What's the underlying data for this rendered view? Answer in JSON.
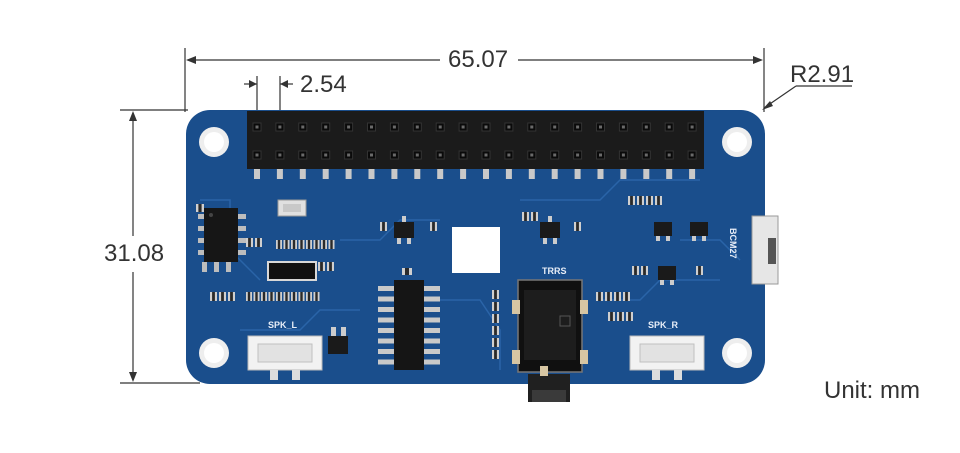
{
  "dimensions": {
    "width": "65.07",
    "pin_pitch": "2.54",
    "corner_radius": "R2.91",
    "height": "31.08",
    "unit": "Unit: mm"
  },
  "board": {
    "silkscreen": {
      "spk_left": "SPK_L",
      "spk_right": "SPK_R",
      "trrs": "TRRS",
      "bcm27": "BCM27"
    }
  },
  "colors": {
    "pcb": "#1a4e8c",
    "pcb_dark": "#103c70",
    "header": "#1b1b1b",
    "pad": "#c9c9c9",
    "dimension_line": "#333333"
  }
}
